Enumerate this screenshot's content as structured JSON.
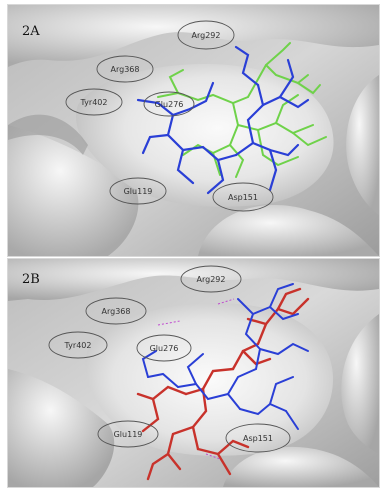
{
  "panels": [
    {
      "label": "2A",
      "residues": [
        "Arg292",
        "Arg368",
        "Tyr402",
        "Glu276",
        "Glu119",
        "Asp151"
      ],
      "ligand_colors": [
        "#2a3fd6",
        "#6fd24a"
      ]
    },
    {
      "label": "2B",
      "residues": [
        "Arg292",
        "Arg368",
        "Tyr402",
        "Glu276",
        "Glu119",
        "Asp151"
      ],
      "ligand_colors": [
        "#2a3fd6",
        "#c8322b"
      ]
    }
  ],
  "colors": {
    "surface_light": "#f4f4f4",
    "surface_shadow": "#8c8c8c",
    "background": "#ffffff"
  }
}
